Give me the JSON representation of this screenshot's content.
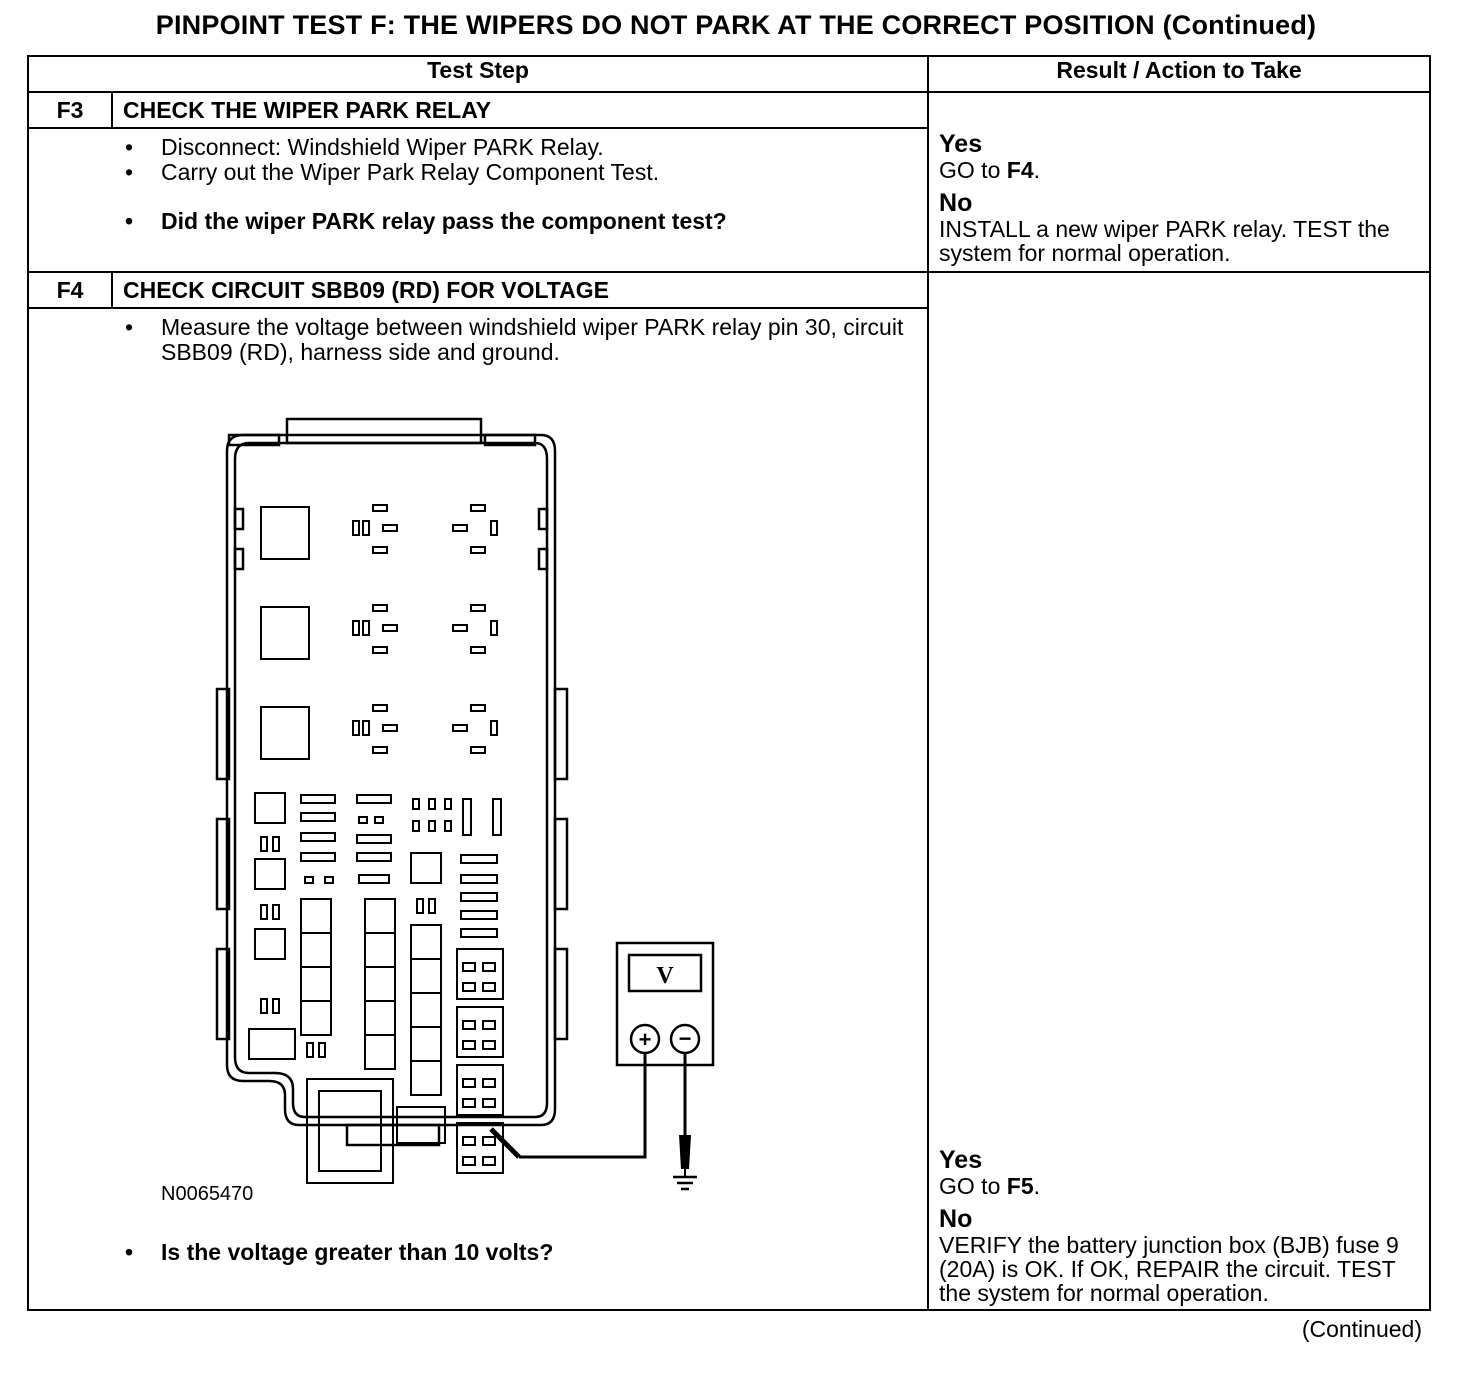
{
  "title": "PINPOINT TEST  F: THE WIPERS DO NOT PARK AT THE CORRECT POSITION (Continued)",
  "headers": {
    "test_step": "Test Step",
    "result": "Result / Action to Take"
  },
  "steps": [
    {
      "id": "F3",
      "title": "CHECK THE WIPER PARK RELAY",
      "actions": [
        "Disconnect: Windshield Wiper PARK Relay.",
        "Carry out the Wiper Park Relay Component Test."
      ],
      "question": "Did the wiper PARK relay pass the component test?",
      "yes_label": "Yes",
      "yes_text": "GO to ",
      "yes_goto": "F4",
      "yes_end": ".",
      "no_label": "No",
      "no_text": "INSTALL a new wiper PARK relay. TEST the system for normal operation."
    },
    {
      "id": "F4",
      "title": "CHECK CIRCUIT SBB09 (RD) FOR VOLTAGE",
      "actions": [
        "Measure the voltage between windshield wiper PARK relay pin 30, circuit SBB09 (RD), harness side and ground."
      ],
      "figure_code": "N0065470",
      "meter_symbol": "V",
      "meter_plus": "+",
      "meter_minus": "−",
      "question": "Is the voltage greater than 10 volts?",
      "yes_label": "Yes",
      "yes_text": "GO to ",
      "yes_goto": "F5",
      "yes_end": ".",
      "no_label": "No",
      "no_text": "VERIFY the battery junction box (BJB) fuse 9 (20A) is OK. If OK, REPAIR the circuit. TEST the system for normal operation."
    }
  ],
  "continued": "(Continued)"
}
